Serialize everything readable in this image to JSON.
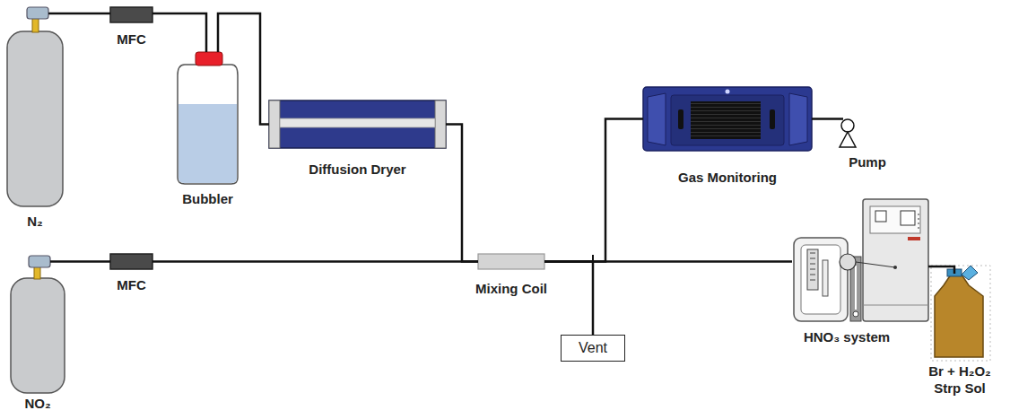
{
  "diagram": {
    "nodes": [
      {
        "text": [
          "N₂"
        ]
      },
      {
        "text": [
          "MFC"
        ]
      },
      {
        "text": [
          "Bubbler"
        ]
      },
      {
        "text": [
          "Diffusion Dryer"
        ]
      },
      {
        "text": [
          "NO₂"
        ]
      },
      {
        "text": [
          "MFC"
        ]
      },
      {
        "text": [
          "Mixing Coil"
        ]
      },
      {
        "text": [
          "Vent"
        ]
      },
      {
        "text": [
          "Gas Monitoring"
        ]
      },
      {
        "text": [
          "Pump"
        ]
      },
      {
        "text": [
          "HNO₃ system"
        ]
      },
      {
        "text": [
          "Br + H₂O₂ Strp Sol"
        ]
      }
    ],
    "edges": [
      {
        "from": 0,
        "to": 1,
        "arrow": "none"
      },
      {
        "from": 1,
        "to": 2,
        "arrow": "none"
      },
      {
        "from": 2,
        "to": 3,
        "arrow": "none"
      },
      {
        "from": 3,
        "to": 6,
        "arrow": "none"
      },
      {
        "from": 4,
        "to": 5,
        "arrow": "none"
      },
      {
        "from": 5,
        "to": 6,
        "arrow": "none"
      },
      {
        "from": 6,
        "to": 7,
        "arrow": "none"
      },
      {
        "from": 6,
        "to": 8,
        "arrow": "none"
      },
      {
        "from": 6,
        "to": 10,
        "arrow": "none"
      },
      {
        "from": 8,
        "to": 9,
        "arrow": "none"
      },
      {
        "from": 10,
        "to": 11,
        "arrow": "none"
      }
    ]
  }
}
